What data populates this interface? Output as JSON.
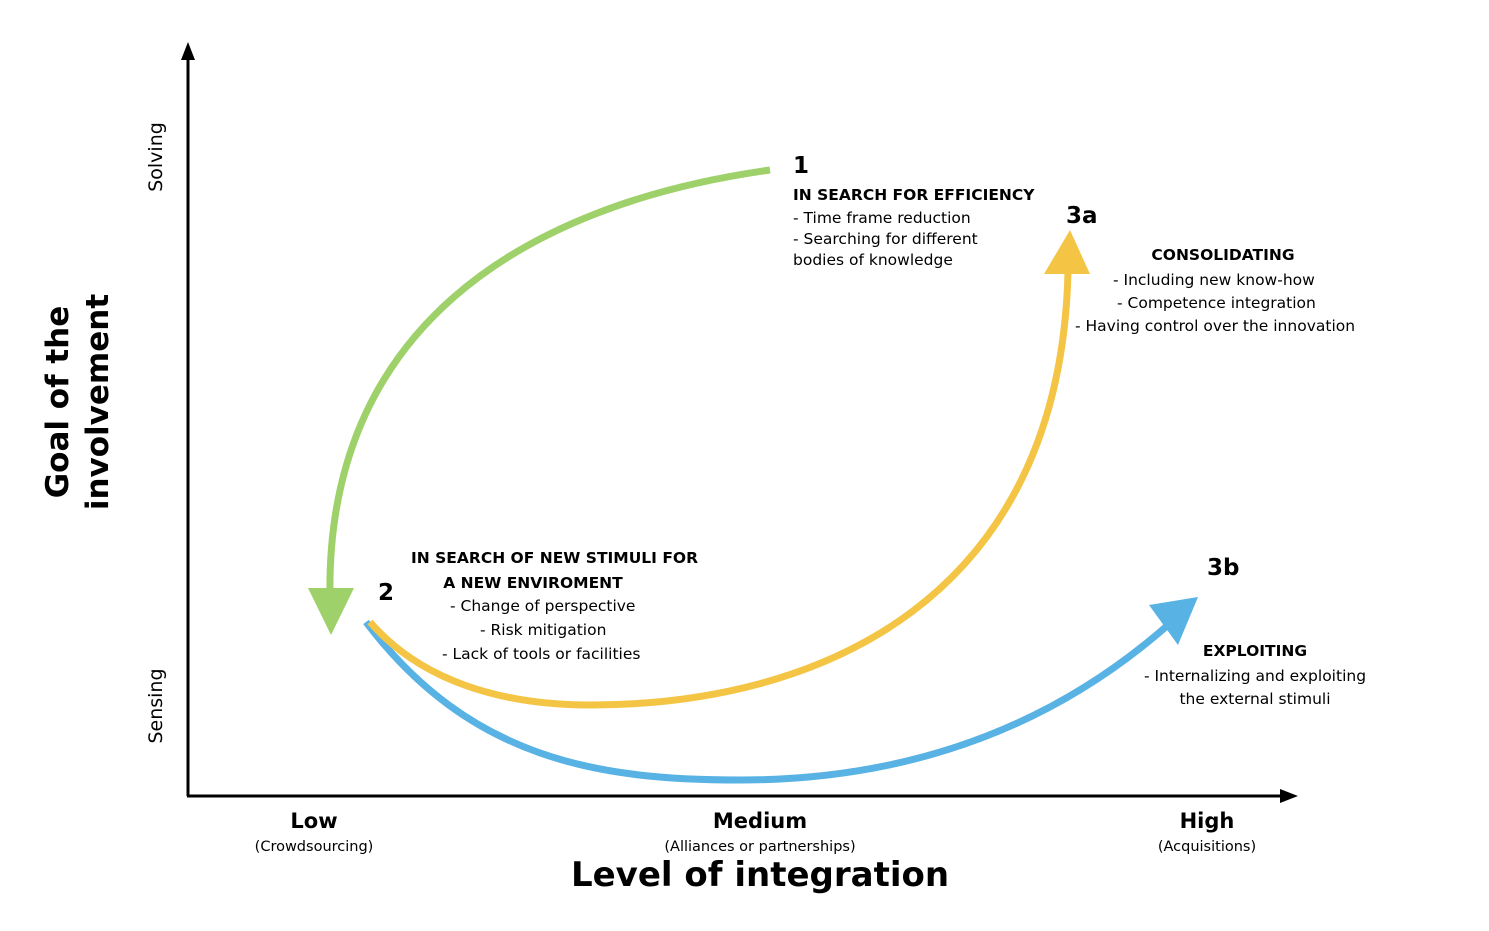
{
  "axes": {
    "x_title": "Level of integration",
    "y_title_line1": "Goal of the",
    "y_title_line2": "involvement",
    "y_top": "Solving",
    "y_bottom": "Sensing",
    "x_ticks": [
      {
        "label": "Low",
        "sub": "(Crowdsourcing)"
      },
      {
        "label": "Medium",
        "sub": "(Alliances or partnerships)"
      },
      {
        "label": "High",
        "sub": "(Acquisitions)"
      }
    ]
  },
  "stages": {
    "s1": {
      "number": "1",
      "heading": "IN SEARCH FOR EFFICIENCY",
      "lines": [
        "- Time frame reduction",
        "- Searching for different",
        "bodies of knowledge"
      ]
    },
    "s2": {
      "number": "2",
      "heading1": "IN SEARCH OF NEW STIMULI FOR",
      "heading2": "A NEW ENVIROMENT",
      "lines": [
        "-  Change of perspective",
        "-  Risk mitigation",
        "-  Lack of tools or facilities"
      ]
    },
    "s3a": {
      "number": "3a",
      "heading": "CONSOLIDATING",
      "lines": [
        "-  Including new know-how",
        "-  Competence integration",
        "-  Having control over the innovation"
      ]
    },
    "s3b": {
      "number": "3b",
      "heading": "EXPLOITING",
      "lines": [
        "- Internalizing and exploiting",
        "the external stimuli"
      ]
    }
  },
  "colors": {
    "green": "#9fd16a",
    "yellow": "#f4c545",
    "blue": "#58b2e3",
    "axis": "#000000"
  }
}
